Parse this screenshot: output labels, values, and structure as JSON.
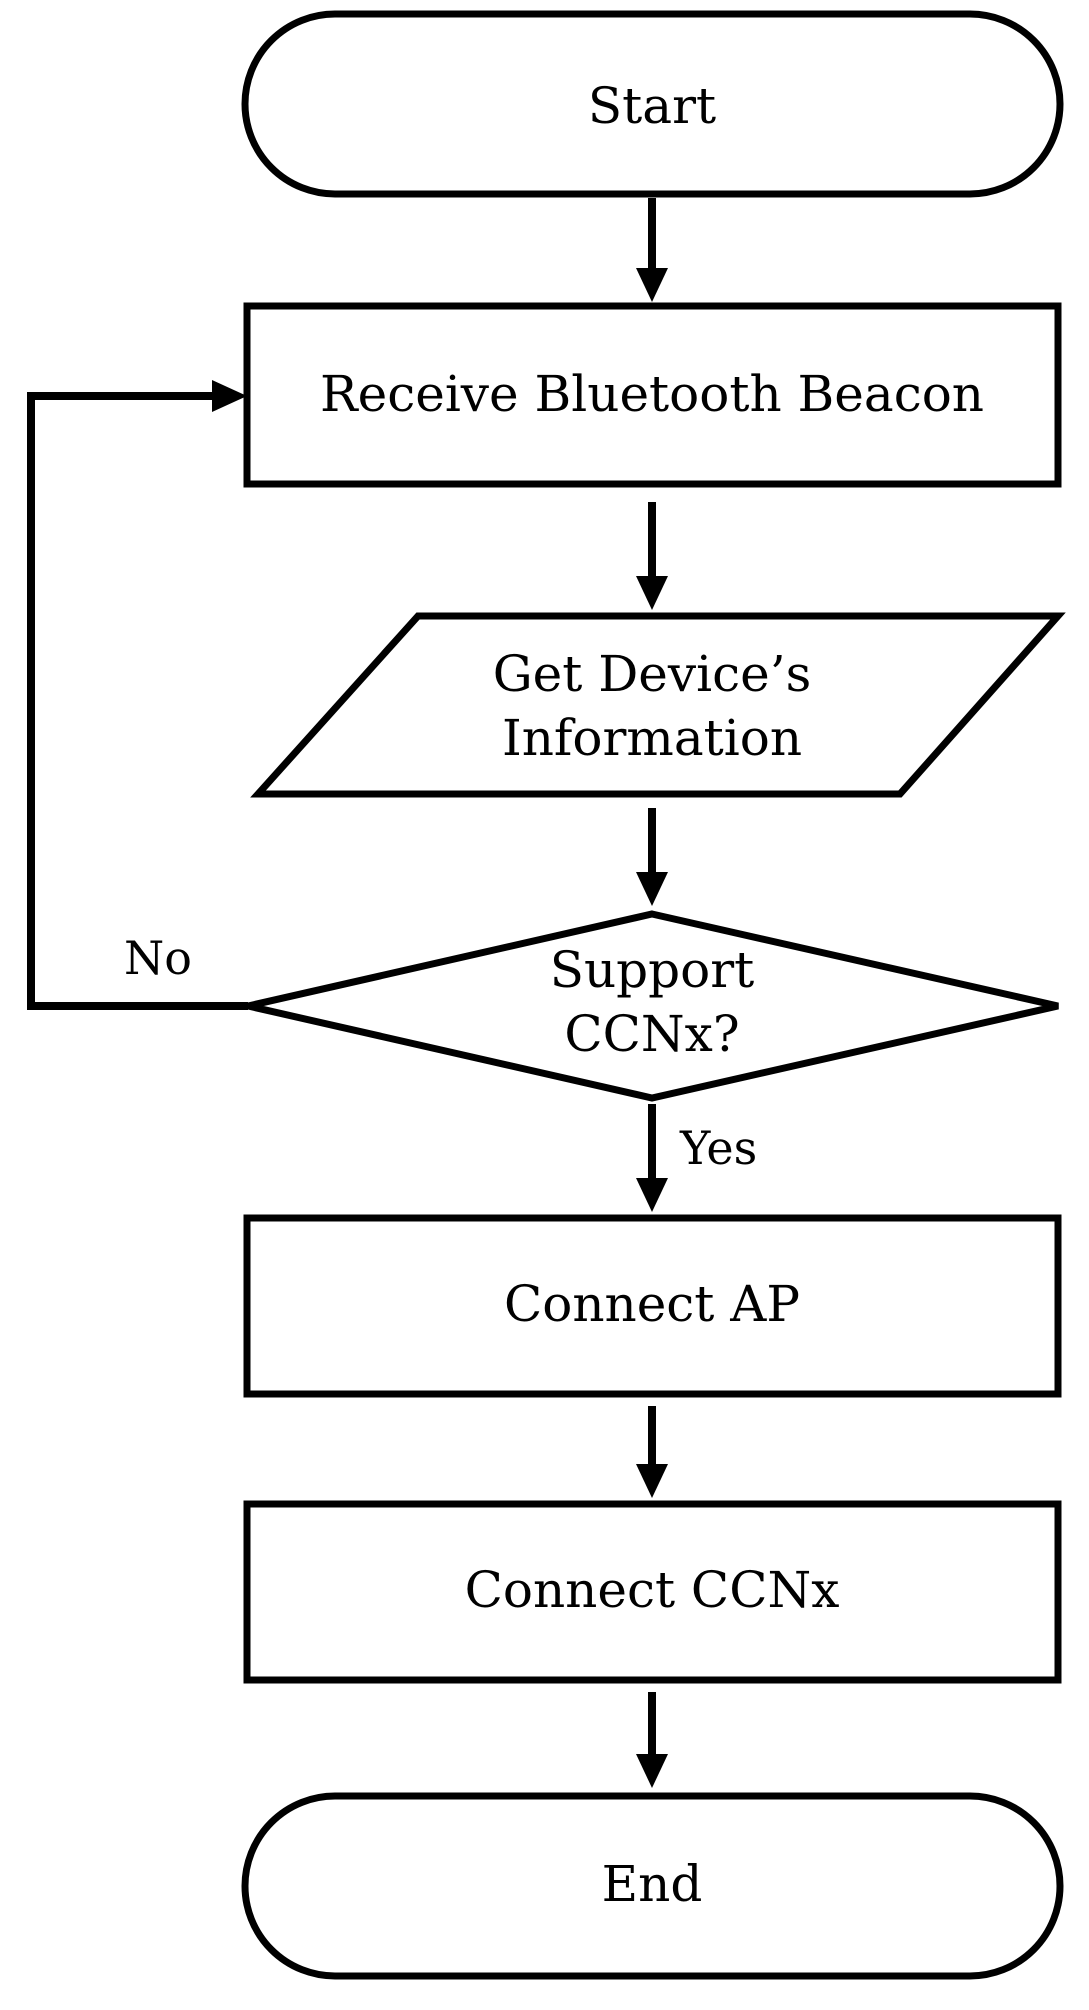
{
  "diagram": {
    "type": "flowchart",
    "nodes": {
      "start": {
        "shape": "terminal",
        "lines": [
          "Start"
        ]
      },
      "receive": {
        "shape": "process",
        "lines": [
          "Receive Bluetooth Beacon"
        ]
      },
      "get_info": {
        "shape": "data",
        "lines": [
          "Get Device’s",
          "Information"
        ]
      },
      "decision": {
        "shape": "decision",
        "lines": [
          "Support",
          "CCNx?"
        ]
      },
      "connect_ap": {
        "shape": "process",
        "lines": [
          "Connect AP"
        ]
      },
      "connect_ccnx": {
        "shape": "process",
        "lines": [
          "Connect CCNx"
        ]
      },
      "end": {
        "shape": "terminal",
        "lines": [
          "End"
        ]
      }
    },
    "edge_labels": {
      "no": "No",
      "yes": "Yes"
    },
    "edges": [
      {
        "from": "start",
        "to": "receive"
      },
      {
        "from": "receive",
        "to": "get_info"
      },
      {
        "from": "get_info",
        "to": "decision"
      },
      {
        "from": "decision",
        "to": "connect_ap",
        "label": "yes"
      },
      {
        "from": "decision",
        "to": "receive",
        "label": "no"
      },
      {
        "from": "connect_ap",
        "to": "connect_ccnx"
      },
      {
        "from": "connect_ccnx",
        "to": "end"
      }
    ]
  }
}
